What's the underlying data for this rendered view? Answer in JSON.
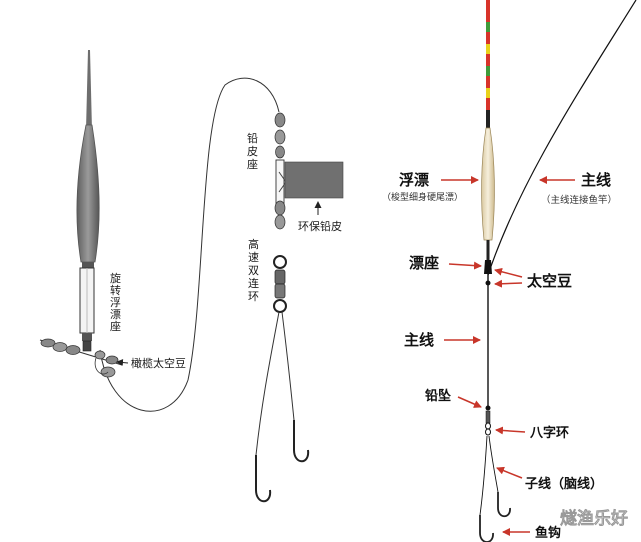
{
  "colors": {
    "arrow": "#c8362a",
    "float_body": "#e9dcc0",
    "float_tip_red": "#d8332a",
    "float_tip_yellow": "#e9d21b",
    "float_tip_green": "#3f9b3a",
    "line": "#222222",
    "gray_float": "#7d7d7d",
    "weight_sheet": "#6f6f6f"
  },
  "left_diagram": {
    "swivel_float_seat": [
      "旋",
      "转",
      "浮",
      "漂",
      "座"
    ],
    "olive_beads": "橄榄太空豆",
    "lead_seat": [
      "铅",
      "皮",
      "座"
    ],
    "eco_lead_sheet": "环保铅皮",
    "swivel_connector": [
      "高",
      "速",
      "双",
      "连",
      "环"
    ]
  },
  "right_diagram": {
    "float": "浮漂",
    "float_note": "（梭型细身硬尾漂）",
    "main_line_top": "主线",
    "main_line_top_note": "（主线连接鱼竿）",
    "float_seat": "漂座",
    "space_beans": "太空豆",
    "main_line": "主线",
    "sinker": "铅坠",
    "figure_eight_ring": "八字环",
    "sub_line": "子线（脑线）",
    "hook": "鱼钩"
  },
  "watermark": "燧渔乐好"
}
